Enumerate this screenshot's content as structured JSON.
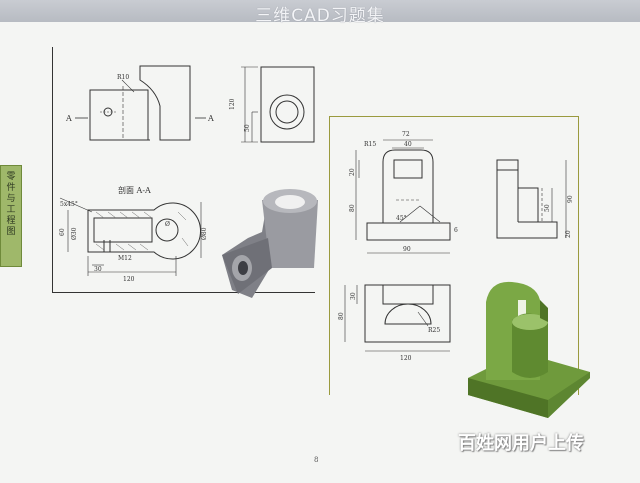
{
  "header": {
    "title": "三维CAD习题集"
  },
  "side_tab": {
    "label": "零件与工程图"
  },
  "exercise_left": {
    "dims": {
      "r10": "R10",
      "arrow_a_left": "A",
      "arrow_a_right": "A",
      "d120_vert": "120",
      "d50_vert": "50",
      "section_title": "剖面 A-A",
      "chamfer": "5x45°",
      "phi60": "60",
      "phi30": "Ø30",
      "phi80": "Ø80",
      "phi": "Ø",
      "m12": "M12",
      "d30": "30",
      "d120": "120"
    }
  },
  "exercise_right": {
    "dims": {
      "r15": "R15",
      "d72": "72",
      "d40": "40",
      "d20_left": "20",
      "d80_left": "80",
      "angle45": "45°",
      "d6": "6",
      "d90_bottom": "90",
      "d90_side": "90",
      "d50_side": "50",
      "d20_side": "20",
      "d30_top": "30",
      "d80_top": "80",
      "r25": "R25",
      "d120_top": "120"
    }
  },
  "page": {
    "number": "8"
  },
  "watermark": {
    "text": "百姓网用户上传"
  },
  "colors": {
    "header": "#c0c3ca",
    "tab_green": "#9fb86a",
    "model_green": "#6f9a3c",
    "model_grey": "#8f9096",
    "ink": "#333333",
    "frame_olive": "#9a9a3e"
  }
}
